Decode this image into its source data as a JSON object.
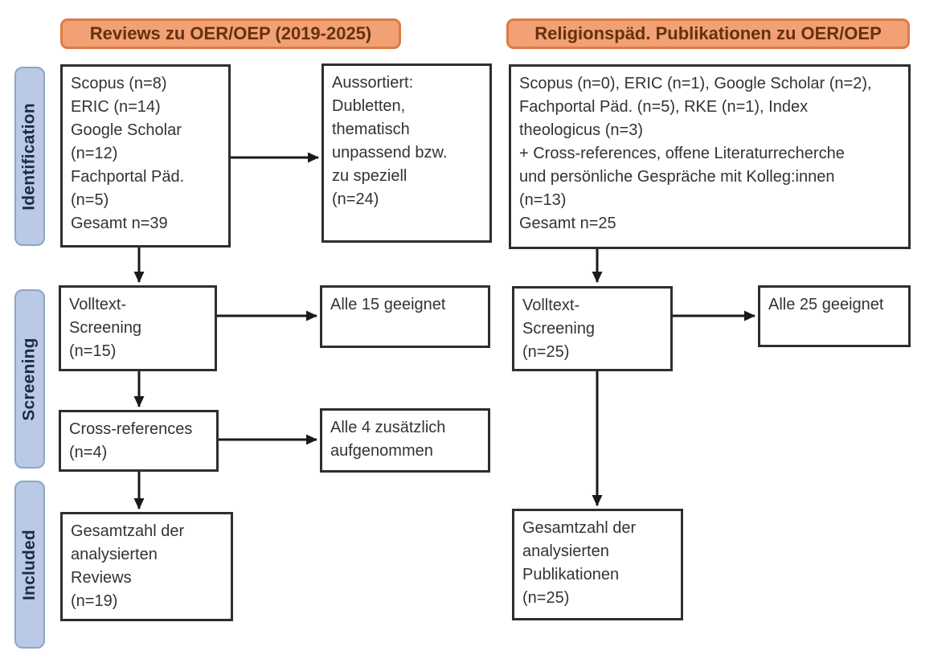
{
  "diagram": {
    "headers": {
      "left": "Reviews zu OER/OEP (2019-2025)",
      "right": "Religionspäd. Publikationen zu OER/OEP"
    },
    "stages": {
      "identification": "Identification",
      "screening": "Screening",
      "included": "Included"
    },
    "left_column": {
      "sources": "Scopus (n=8)\nERIC (n=14)\nGoogle Scholar\n(n=12)\nFachportal Päd.\n(n=5)\nGesamt n=39",
      "excluded": "Aussortiert:\nDubletten,\nthematisch\nunpassend bzw.\nzu speziell\n(n=24)",
      "fulltext_screening": "Volltext-\nScreening\n(n=15)",
      "fulltext_result": "Alle 15 geeignet",
      "crossreferences": "Cross-references\n(n=4)",
      "crossref_result": "Alle 4 zusätzlich\naufgenommen",
      "included_total": "Gesamtzahl der\nanalysierten\nReviews\n(n=19)"
    },
    "right_column": {
      "sources": "Scopus (n=0), ERIC (n=1), Google Scholar (n=2),\nFachportal Päd. (n=5), RKE (n=1), Index\ntheologicus (n=3)\n+ Cross-references, offene Literaturrecherche\nund persönliche Gespräche mit Kolleg:innen\n(n=13)\nGesamt n=25",
      "fulltext_screening": "Volltext-\nScreening\n(n=25)",
      "fulltext_result": "Alle 25 geeignet",
      "included_total": "Gesamtzahl der\nanalysierten\nPublikationen\n(n=25)"
    },
    "colors": {
      "header_fill": "#F1A173",
      "header_border": "#DE7A45",
      "header_text": "#66300F",
      "stage_fill": "#B9C9E6",
      "stage_border": "#8CA6C9",
      "stage_text": "#1D2B45",
      "box_border": "#2E2E2E",
      "box_text": "#333333",
      "arrow": "#1A1A1A"
    }
  }
}
